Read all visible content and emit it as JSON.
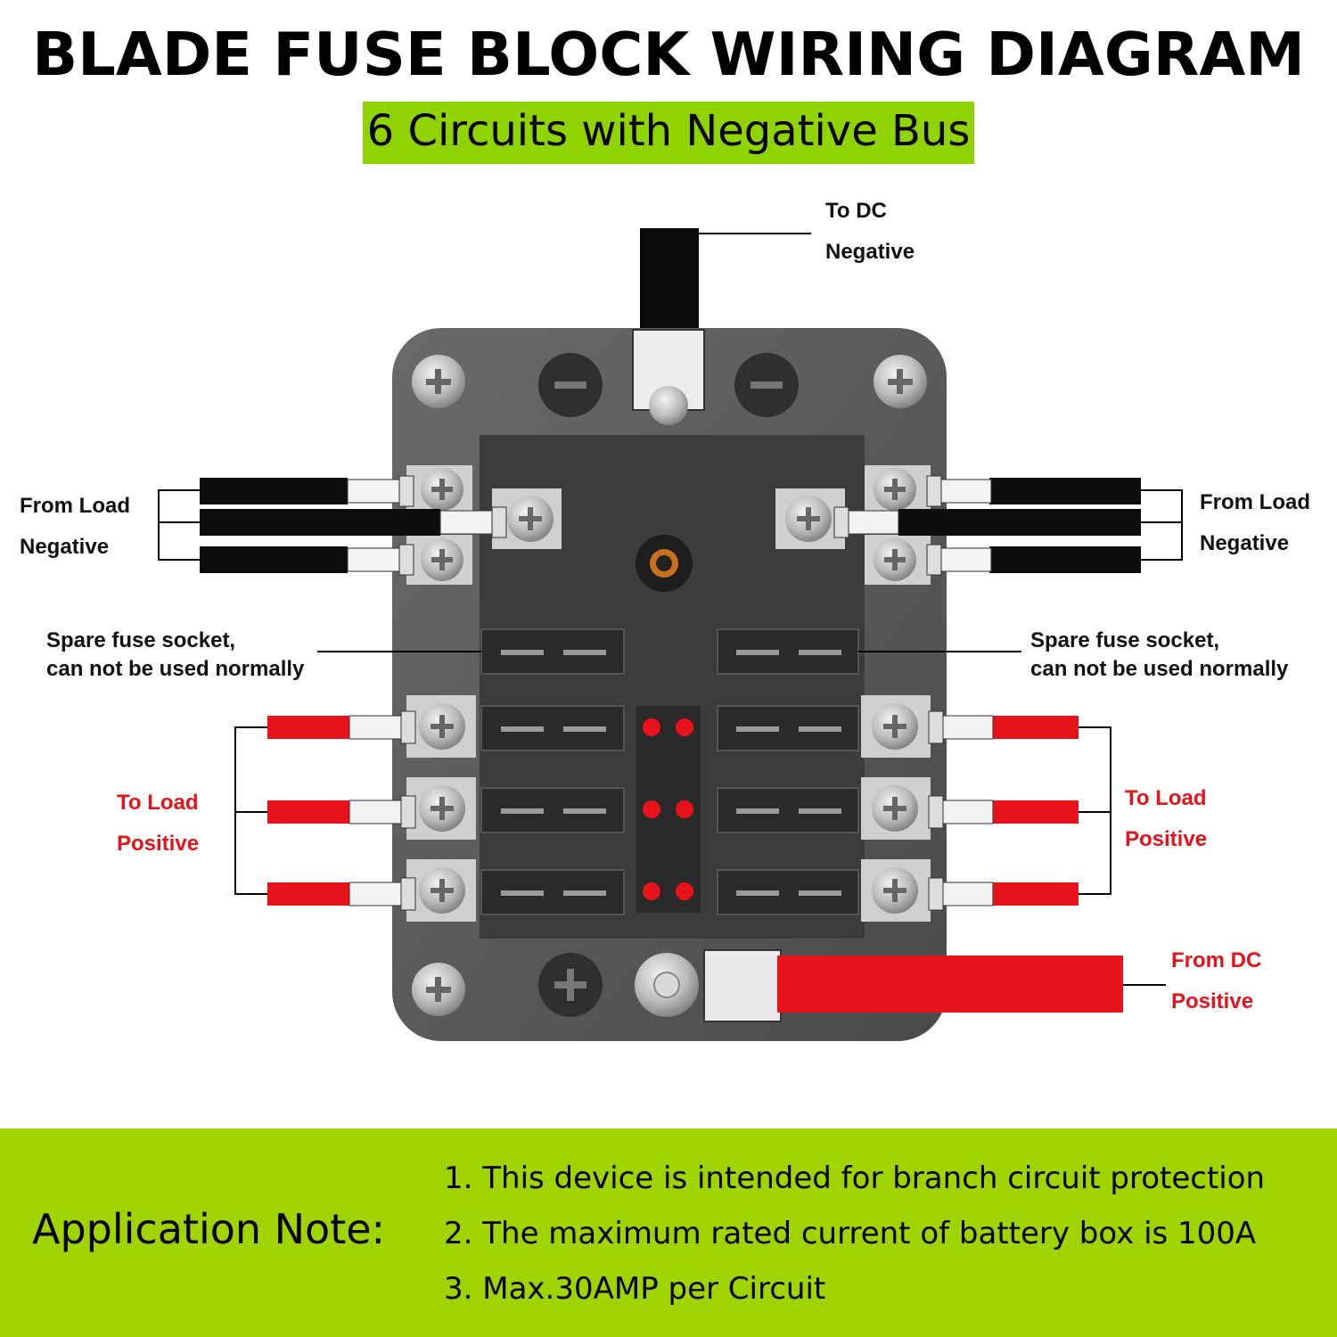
{
  "header": {
    "title": "BLADE FUSE BLOCK WIRING DIAGRAM",
    "subtitle": "6 Circuits with Negative Bus"
  },
  "labels": {
    "to_dc_negative": [
      "To DC",
      "Negative"
    ],
    "from_load_negative_left": [
      "From Load",
      "Negative"
    ],
    "from_load_negative_right": [
      "From Load",
      "Negative"
    ],
    "spare_left": [
      "Spare fuse socket,",
      "can not be used normally"
    ],
    "spare_right": [
      "Spare fuse socket,",
      "can not be used normally"
    ],
    "to_load_positive_left": [
      "To Load",
      "Positive"
    ],
    "to_load_positive_right": [
      "To Load",
      "Positive"
    ],
    "from_dc_positive": [
      "From DC",
      "Positive"
    ]
  },
  "notes": {
    "title": "Application Note:",
    "items": [
      "1. This device is intended for branch circuit protection",
      "2. The maximum rated current of battery box is 100A",
      "3. Max.30AMP  per Circuit"
    ]
  },
  "colors": {
    "accent_green": "#8fd400",
    "note_green": "#9fd400",
    "positive_red": "#e8121b",
    "block_gray": "#555555"
  }
}
